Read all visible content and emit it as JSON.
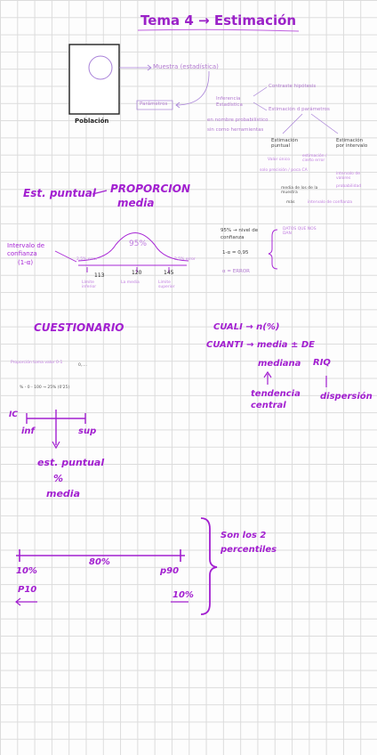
{
  "header": {
    "title": "Tema 4 → Estimación"
  },
  "sampling_diagram": {
    "population_label": "Población",
    "sample_label": "Muestra (estadística)",
    "parameters_label": "Parámetros",
    "inference_label": "Inferencia Estadística",
    "known_distribution_label": "en nombre probabilístico",
    "human_expression_label": "sin como herramientas",
    "statistical_inference_note": "Contraste hipótesis",
    "parameter_estimation_label": "Estimación d parámetros",
    "point_estimation_label": "Estimación puntual",
    "interval_estimation_label": "Estimación por intervalo",
    "point_value_label": "Valor único",
    "point_value_note": "solo precisión / poca CA",
    "error_note": "estimación / cierto error",
    "interval_confidence_note": "intervalo de valores",
    "interval_probability_label": "probabilidad",
    "interval_sample_note": "media de los de la muestra",
    "interval_sample_sub": "más",
    "interval_random_note": "intervalo de confianza"
  },
  "point_estimate": {
    "label": "Est. puntual",
    "proporcion_label": "PROPORCION",
    "media_label": "media"
  },
  "confidence_interval": {
    "interval_label": "Intervalo de confianza",
    "alpha_label": "(1-α)",
    "percent_label": "95%",
    "lower_error_label": "2,5% error",
    "upper_error_label": "2,5% error",
    "lower_value": "113",
    "center_value": "120",
    "upper_value": "145",
    "lower_limit_label": "Límite inferior",
    "mean_label": "La media",
    "upper_limit_label": "Límite superior",
    "confidence_level_label": "95% → nivel de confianza",
    "alpha_calc_label": "1-α = 0,95",
    "error_calc_label": "α = ERROR",
    "note_label": "DATOS QUE NOS DAN"
  },
  "questionnaire": {
    "title": "CUESTIONARIO",
    "proportion_line": "Proporción toma valor 0-1",
    "proportion_range": "0,....",
    "percent_line": "% - 0 - 100 → 25% (0'25)"
  },
  "variable_types": {
    "cuali_label": "CUALI → n(%)",
    "cuanti_label": "CUANTI → media ± DE",
    "mediana_label": "mediana",
    "riq_label": "RIQ",
    "tendency_label": "tendencia central",
    "dispersion_label": "dispersión"
  },
  "ci_sketch": {
    "label": "IC",
    "lower_label": "inf",
    "upper_label": "sup",
    "result_label": "est. puntual",
    "percent_label": "%",
    "media_label": "media"
  },
  "percentiles": {
    "left_label": "10%",
    "center_label": "80%",
    "right_label": "p90",
    "left_sub": "P10",
    "right_sub": "10%",
    "note": "Son los 2 percentiles"
  },
  "colors": {
    "ink": "#a21fd0",
    "accent": "#c07de0",
    "grid": "#dcdcdc"
  }
}
